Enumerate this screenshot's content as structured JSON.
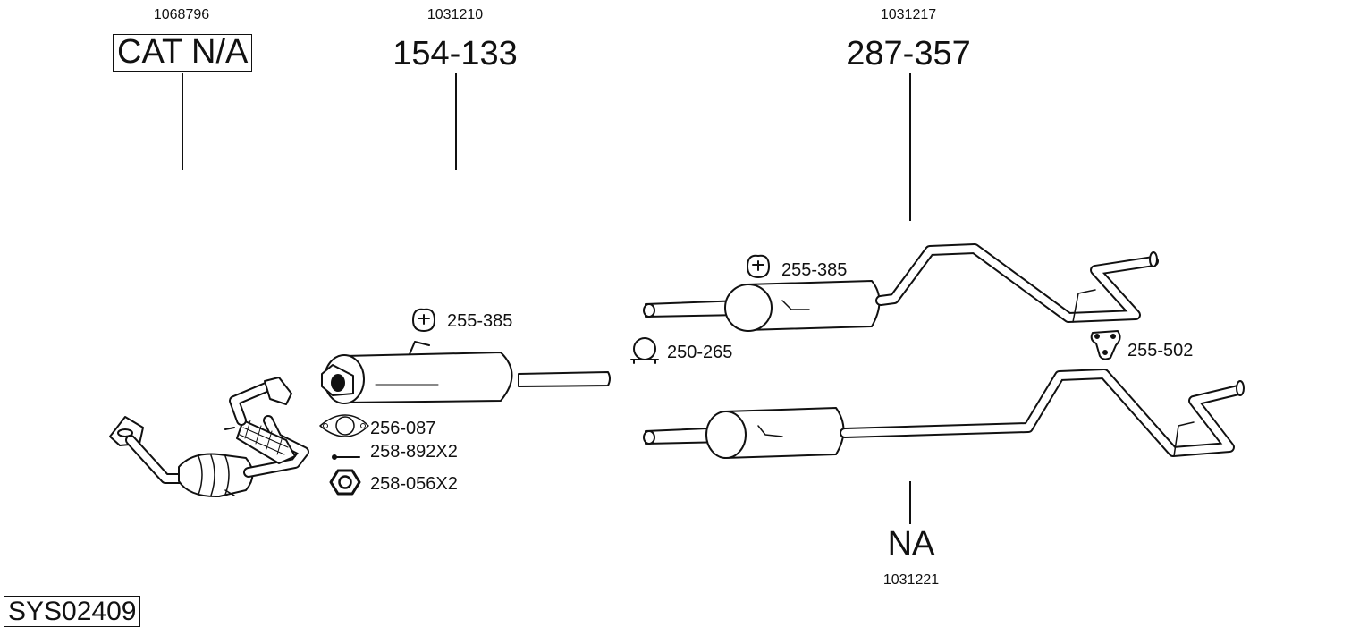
{
  "diagram": {
    "system_id": "SYS02409",
    "main_parts": [
      {
        "id": "catalyst",
        "ref": "1068796",
        "part_number": "CAT N/A",
        "boxed": true
      },
      {
        "id": "front-silencer",
        "ref": "1031210",
        "part_number": "154-133",
        "boxed": false
      },
      {
        "id": "rear-silencer-a",
        "ref": "1031217",
        "part_number": "287-357",
        "boxed": false
      },
      {
        "id": "rear-silencer-b",
        "ref": "1031221",
        "part_number": "NA",
        "boxed": false
      }
    ],
    "accessories": [
      {
        "id": "rubber-mount-front",
        "part_number": "255-385",
        "icon": "rubber-mount-icon"
      },
      {
        "id": "rubber-mount-rear",
        "part_number": "255-385",
        "icon": "rubber-mount-icon"
      },
      {
        "id": "clamp",
        "part_number": "250-265",
        "icon": "clamp-icon"
      },
      {
        "id": "rubber-mount-tail",
        "part_number": "255-502",
        "icon": "rubber-mount-icon"
      },
      {
        "id": "gasket",
        "part_number": "256-087",
        "icon": "gasket-icon"
      },
      {
        "id": "bolt",
        "part_number": "258-892X2",
        "icon": "bolt-icon"
      },
      {
        "id": "nut",
        "part_number": "258-056X2",
        "icon": "nut-icon"
      }
    ]
  }
}
